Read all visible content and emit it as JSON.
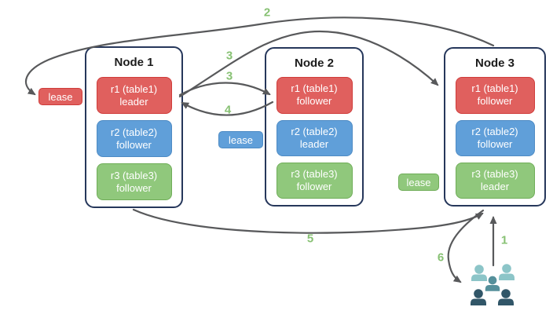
{
  "colors": {
    "red_fill": "#e0605e",
    "red_border": "#cf3c3a",
    "blue_fill": "#609fd9",
    "blue_border": "#4e8bc4",
    "green_fill": "#90c87c",
    "green_border": "#6fad58",
    "node_border": "#26375b",
    "arrow": "#58595b",
    "step_label": "#87c173",
    "users_back": "#8cc5c8",
    "users_middle": "#55909b",
    "users_front": "#315668"
  },
  "nodes": [
    {
      "title": "Node 1",
      "replicas": [
        {
          "name": "r1 (table1)",
          "role": "leader",
          "color": "red"
        },
        {
          "name": "r2 (table2)",
          "role": "follower",
          "color": "blue"
        },
        {
          "name": "r3 (table3)",
          "role": "follower",
          "color": "green"
        }
      ]
    },
    {
      "title": "Node 2",
      "replicas": [
        {
          "name": "r1 (table1)",
          "role": "follower",
          "color": "red"
        },
        {
          "name": "r2 (table2)",
          "role": "leader",
          "color": "blue"
        },
        {
          "name": "r3 (table3)",
          "role": "follower",
          "color": "green"
        }
      ]
    },
    {
      "title": "Node 3",
      "replicas": [
        {
          "name": "r1 (table1)",
          "role": "follower",
          "color": "red"
        },
        {
          "name": "r2 (table2)",
          "role": "follower",
          "color": "blue"
        },
        {
          "name": "r3 (table3)",
          "role": "leader",
          "color": "green"
        }
      ]
    }
  ],
  "leases": [
    {
      "label": "lease",
      "color": "red"
    },
    {
      "label": "lease",
      "color": "blue"
    },
    {
      "label": "lease",
      "color": "green"
    }
  ],
  "steps": {
    "s1": "1",
    "s2": "2",
    "s3a": "3",
    "s3b": "3",
    "s4": "4",
    "s5": "5",
    "s6": "6"
  },
  "users_icon": {
    "label": "users",
    "count": 5
  }
}
